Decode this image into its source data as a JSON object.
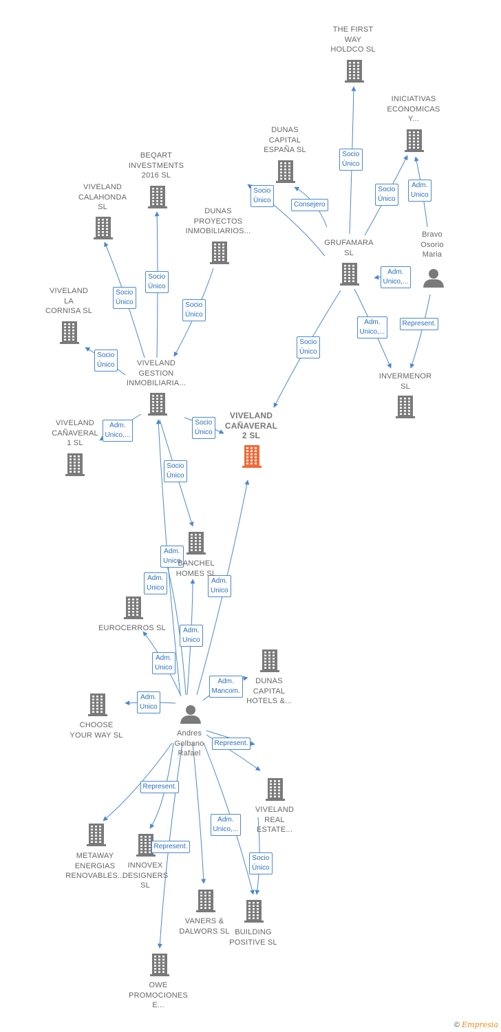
{
  "colors": {
    "building": "#7a7a7a",
    "focus_building": "#f26a3a",
    "person": "#7a7a7a",
    "edge": "#4a88d0",
    "edge_label_text": "#2a6fc0",
    "node_text": "#666666"
  },
  "nodes": [
    {
      "id": "n1",
      "type": "company",
      "label": "THE FIRST\nWAY\nHOLDCO  SL"
    },
    {
      "id": "n2",
      "type": "company",
      "label": "INICIATIVAS\nECONOMICAS\nY..."
    },
    {
      "id": "n3",
      "type": "company",
      "label": "DUNAS\nCAPITAL\nESPAÑA SL"
    },
    {
      "id": "n4",
      "type": "company",
      "label": "BEQART\nINVESTMENTS\n2016  SL"
    },
    {
      "id": "n5",
      "type": "company",
      "label": "VIVELAND\nCALAHONDA\nSL"
    },
    {
      "id": "n6",
      "type": "company",
      "label": "DUNAS\nPROYECTOS\nINMOBILIARIOS..."
    },
    {
      "id": "n7",
      "type": "company",
      "label": "GRUFAMARA\nSL"
    },
    {
      "id": "n8",
      "type": "person",
      "label": "Bravo\nOsorio\nMaria"
    },
    {
      "id": "n9",
      "type": "company",
      "label": "VIVELAND\nLA\nCORNISA  SL"
    },
    {
      "id": "n10",
      "type": "company",
      "label": "VIVELAND\nGESTION\nINMOBILIARIA..."
    },
    {
      "id": "n11",
      "type": "company",
      "label": "INVERMENOR\nSL"
    },
    {
      "id": "n12",
      "type": "company",
      "label": "VIVELAND\nCAÑAVERAL\n1  SL"
    },
    {
      "id": "n13",
      "type": "focus",
      "label": "VIVELAND\nCAÑAVERAL\n2  SL"
    },
    {
      "id": "n14",
      "type": "company",
      "label": "BANCHEL\nHOMES  SL"
    },
    {
      "id": "n15",
      "type": "company",
      "label": "EUROCERROS SL"
    },
    {
      "id": "n16",
      "type": "company",
      "label": "DUNAS\nCAPITAL\nHOTELS &..."
    },
    {
      "id": "n17",
      "type": "company",
      "label": "CHOOSE\nYOUR WAY  SL"
    },
    {
      "id": "n18",
      "type": "person",
      "label": "Andres\nGolbano\nRafael"
    },
    {
      "id": "n19",
      "type": "company",
      "label": "VIVELAND\nREAL\nESTATE..."
    },
    {
      "id": "n20",
      "type": "company",
      "label": "METAWAY\nENERGIAS\nRENOVABLES..."
    },
    {
      "id": "n21",
      "type": "company",
      "label": "INNOVEX\nDESIGNERS\nSL"
    },
    {
      "id": "n22",
      "type": "company",
      "label": "VANERS &\nDALWORS  SL"
    },
    {
      "id": "n23",
      "type": "company",
      "label": "BUILDING\nPOSITIVE  SL"
    },
    {
      "id": "n24",
      "type": "company",
      "label": "OWE\nPROMOCIONES\nE..."
    }
  ],
  "edges": [
    {
      "id": "e1",
      "label": "Socio\nÚnico"
    },
    {
      "id": "e2",
      "label": "Socio\nÚnico"
    },
    {
      "id": "e3",
      "label": "Adm.\nUnico"
    },
    {
      "id": "e4",
      "label": "Socio\nÚnico"
    },
    {
      "id": "e5",
      "label": "Consejero"
    },
    {
      "id": "e6",
      "label": "Adm.\nUnico,..."
    },
    {
      "id": "e7",
      "label": "Adm.\nUnico,..."
    },
    {
      "id": "e8",
      "label": "Represent."
    },
    {
      "id": "e9",
      "label": "Socio\nÚnico"
    },
    {
      "id": "e10",
      "label": "Socio\nÚnico"
    },
    {
      "id": "e11",
      "label": "Socio\nÚnico"
    },
    {
      "id": "e12",
      "label": "Socio\nÚnico"
    },
    {
      "id": "e13",
      "label": "Socio\nÚnico"
    },
    {
      "id": "e14",
      "label": "Adm.\nUnico,..."
    },
    {
      "id": "e15",
      "label": "Socio\nÚnico"
    },
    {
      "id": "e16",
      "label": "Socio\nÚnico"
    },
    {
      "id": "e17",
      "label": "Adm.\nUnico"
    },
    {
      "id": "e18",
      "label": "Adm.\nUnico"
    },
    {
      "id": "e19",
      "label": "Adm.\nUnico"
    },
    {
      "id": "e20",
      "label": "Adm.\nUnico"
    },
    {
      "id": "e21",
      "label": "Adm.\nMancom."
    },
    {
      "id": "e22",
      "label": "Adm.\nUnico"
    },
    {
      "id": "e23",
      "label": "Represent."
    },
    {
      "id": "e24",
      "label": "Adm.\nUnico"
    },
    {
      "id": "e25",
      "label": "Represent."
    },
    {
      "id": "e26",
      "label": "Represent."
    },
    {
      "id": "e27",
      "label": "Adm.\nUnico,..."
    },
    {
      "id": "e28",
      "label": "Represent."
    },
    {
      "id": "e29",
      "label": "Socio\nÚnico"
    }
  ],
  "footer": {
    "copyright": "©",
    "brand_first": "E",
    "brand_rest": "mpresia"
  }
}
